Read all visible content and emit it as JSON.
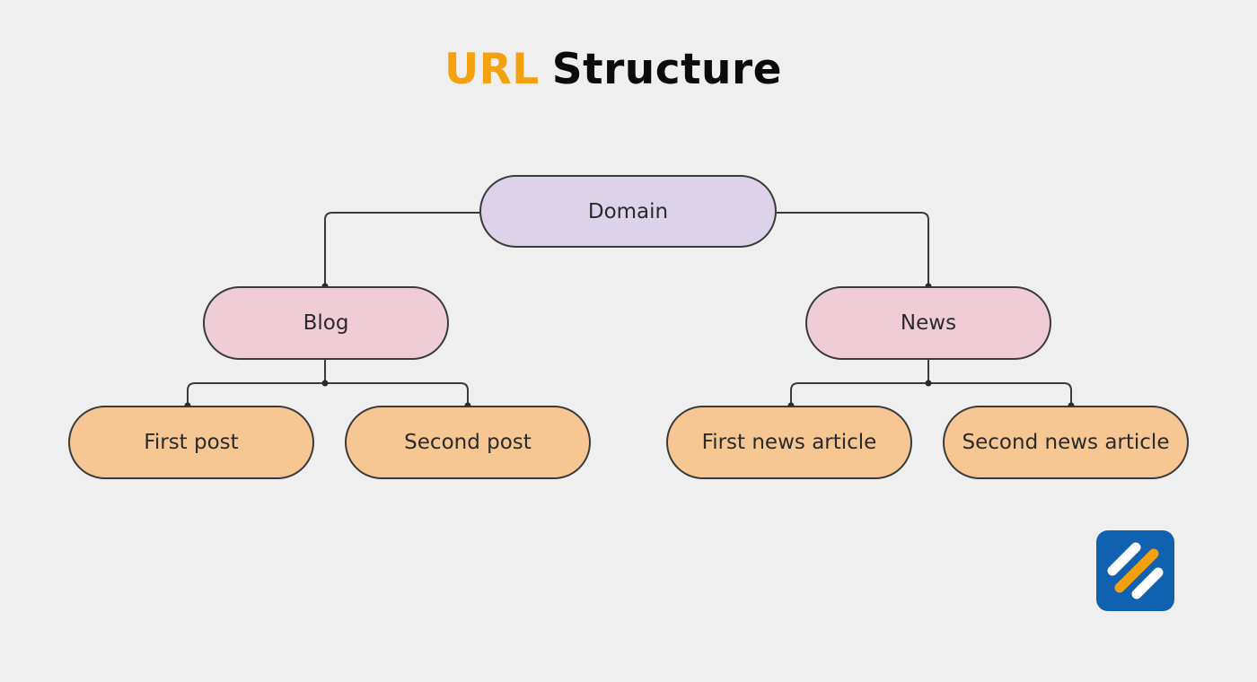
{
  "title": {
    "accent_text": "URL",
    "main_text": "Structure",
    "accent_color": "#f5a00f"
  },
  "nodes": {
    "domain": {
      "label": "Domain",
      "fill": "#dcd2ea"
    },
    "blog": {
      "label": "Blog",
      "fill": "#f0cdd6"
    },
    "news": {
      "label": "News",
      "fill": "#f0cdd6"
    },
    "first_post": {
      "label": "First post",
      "fill": "#f6c792"
    },
    "second_post": {
      "label": "Second post",
      "fill": "#f6c792"
    },
    "first_news_article": {
      "label": "First news article",
      "fill": "#f6c792"
    },
    "second_news_article": {
      "label": "Second news article",
      "fill": "#f6c792"
    }
  },
  "edges": [
    [
      "domain",
      "blog"
    ],
    [
      "domain",
      "news"
    ],
    [
      "blog",
      "first_post"
    ],
    [
      "blog",
      "second_post"
    ],
    [
      "news",
      "first_news_article"
    ],
    [
      "news",
      "second_news_article"
    ]
  ],
  "logo": {
    "icon": "slash-stripes-logo-icon",
    "background": "#1061b0",
    "stripe_light": "#ffffff",
    "stripe_accent": "#f5a00f"
  }
}
